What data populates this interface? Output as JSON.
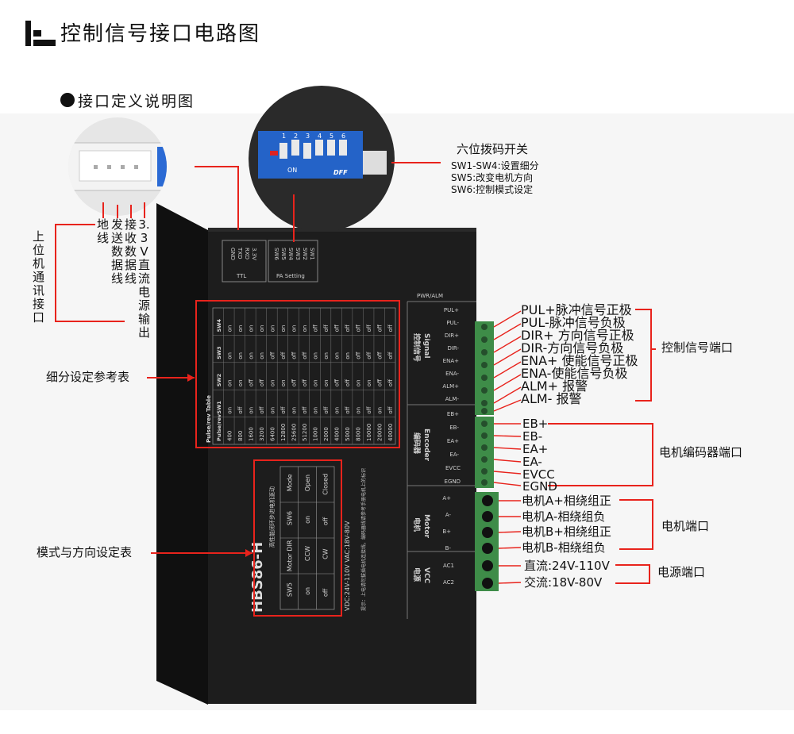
{
  "header": {
    "title": "控制信号接口电路图",
    "section": "接口定义说明图"
  },
  "device": {
    "model": "HBS86-H",
    "subtitle_cn": "高性能闭环步进电机驱动",
    "voltage": "VDC:24V-110V  VAC:18V-80V",
    "hint": "提示：上电请勿拔插电机连接线，编码器线请参考手册电机上的标识",
    "ttl_pins": [
      "GND",
      "TXD",
      "RXD",
      "3.3V"
    ],
    "ttl_label": "TTL",
    "pa_pins": [
      "SW6",
      "SW5",
      "SW4",
      "SW3",
      "SW2",
      "SW1"
    ],
    "pa_label": "PA Setting",
    "pwr_alm": "PWR/ALM",
    "signal_group_cn": "控制信号",
    "signal_group_en": "Signal",
    "signal_pins": [
      "PUL+",
      "PUL-",
      "DIR+",
      "DIR-",
      "ENA+",
      "ENA-",
      "ALM+",
      "ALM-"
    ],
    "encoder_group_cn": "编码器",
    "encoder_group_en": "Encoder",
    "encoder_pins": [
      "EB+",
      "EB-",
      "EA+",
      "EA-",
      "EVCC",
      "EGND"
    ],
    "motor_group_cn": "电机",
    "motor_group_en": "Motor",
    "motor_pins": [
      "A+",
      "A-",
      "B+",
      "B-"
    ],
    "power_group_cn": "电源",
    "power_group_en": "VCC",
    "power_pins": [
      "AC1",
      "AC2"
    ],
    "dip_numbers": [
      "1",
      "2",
      "3",
      "4",
      "5",
      "6"
    ],
    "dip_on_label": "ON",
    "dip_brand": "DFF"
  },
  "microstep_table": {
    "header": [
      "Pulse/rev",
      "SW1",
      "SW2",
      "SW3",
      "SW4"
    ],
    "table_label": "Pulse/rev Table",
    "rows": [
      [
        "400",
        "on",
        "on",
        "on",
        "on"
      ],
      [
        "800",
        "off",
        "on",
        "on",
        "on"
      ],
      [
        "1600",
        "on",
        "off",
        "on",
        "on"
      ],
      [
        "3200",
        "off",
        "off",
        "on",
        "on"
      ],
      [
        "6400",
        "on",
        "on",
        "off",
        "on"
      ],
      [
        "12800",
        "off",
        "on",
        "off",
        "on"
      ],
      [
        "25600",
        "on",
        "off",
        "off",
        "on"
      ],
      [
        "51200",
        "off",
        "off",
        "off",
        "on"
      ],
      [
        "1000",
        "on",
        "on",
        "on",
        "off"
      ],
      [
        "2000",
        "off",
        "on",
        "on",
        "off"
      ],
      [
        "4000",
        "on",
        "off",
        "on",
        "off"
      ],
      [
        "5000",
        "off",
        "off",
        "on",
        "off"
      ],
      [
        "8000",
        "on",
        "on",
        "off",
        "off"
      ],
      [
        "10000",
        "off",
        "on",
        "off",
        "off"
      ],
      [
        "20000",
        "on",
        "off",
        "off",
        "off"
      ],
      [
        "40000",
        "off",
        "off",
        "off",
        "off"
      ]
    ]
  },
  "mode_table": {
    "header": [
      "SW5",
      "Motor DIR",
      "SW6",
      "Mode"
    ],
    "rows": [
      [
        "on",
        "CCW",
        "on",
        "Open"
      ],
      [
        "off",
        "CW",
        "off",
        "Closed"
      ]
    ]
  },
  "annotations": {
    "dip_switch": {
      "title": "六位拨码开关",
      "lines": [
        "SW1-SW4:设置细分",
        "SW5:改变电机方向",
        "SW6:控制模式设定"
      ]
    },
    "upper_comm": "上位机通讯接口",
    "ttl_cols": [
      "地线",
      "发送数据线",
      "接收数据线",
      "3.3V直流电源输出"
    ],
    "microstep_table_label": "细分设定参考表",
    "mode_table_label": "模式与方向设定表",
    "signal_labels": [
      "PUL+脉冲信号正极",
      "PUL-脉冲信号负极",
      "DIR+ 方向信号正极",
      "DIR-方向信号负极",
      "ENA+ 使能信号正极",
      "ENA-使能信号负极",
      "ALM+ 报警",
      "ALM- 报警"
    ],
    "signal_port": "控制信号端口",
    "encoder_labels": [
      "EB+",
      "EB-",
      "EA+",
      "EA-",
      "EVCC",
      "EGND"
    ],
    "encoder_port": "电机编码器端口",
    "motor_labels": [
      "电机A+相绕组正",
      "电机A-相绕组负",
      "电机B+相绕组正",
      "电机B-相绕组负"
    ],
    "motor_port": "电机端口",
    "power_labels": [
      "直流:24V-110V",
      "交流:18V-80V"
    ],
    "power_port": "电源端口"
  },
  "colors": {
    "annotation_red": "#e8231c",
    "device_body": "#1c1c1c",
    "terminal_green": "#3e8c48",
    "dip_blue": "#2463c8"
  }
}
